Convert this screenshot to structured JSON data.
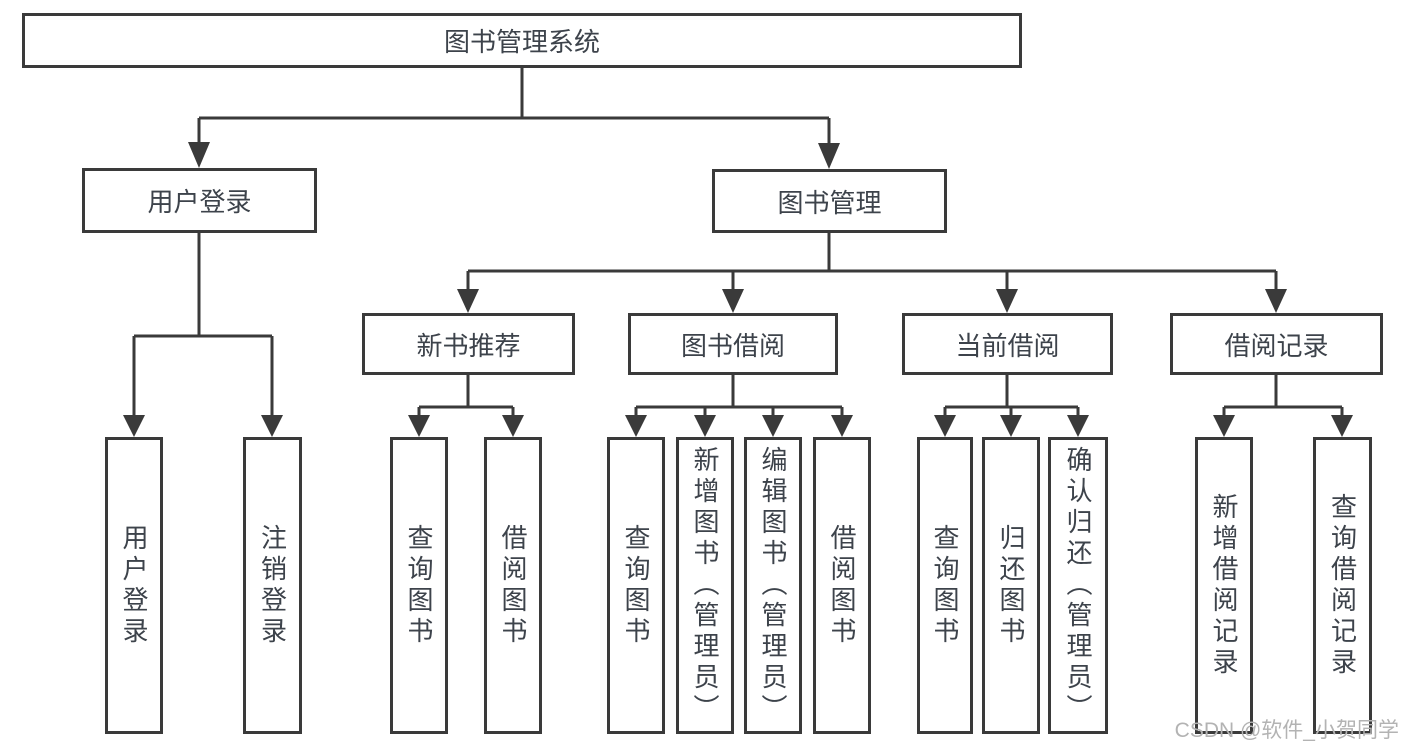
{
  "diagram_type": "hierarchy-tree",
  "colors": {
    "line": "#3a3a3a",
    "box_border": "#3a3a3a",
    "box_fill": "#ffffff",
    "text": "#3d434b",
    "watermark": "#b3b3b3",
    "background": "#ffffff"
  },
  "tree": {
    "label": "图书管理系统",
    "children": [
      {
        "label": "用户登录",
        "children": [
          {
            "label": "用户登录"
          },
          {
            "label": "注销登录"
          }
        ]
      },
      {
        "label": "图书管理",
        "children": [
          {
            "label": "新书推荐",
            "children": [
              {
                "label": "查询图书"
              },
              {
                "label": "借阅图书"
              }
            ]
          },
          {
            "label": "图书借阅",
            "children": [
              {
                "label": "查询图书"
              },
              {
                "label": "新增图书（管理员）"
              },
              {
                "label": "编辑图书（管理员）"
              },
              {
                "label": "借阅图书"
              }
            ]
          },
          {
            "label": "当前借阅",
            "children": [
              {
                "label": "查询图书"
              },
              {
                "label": "归还图书"
              },
              {
                "label": "确认归还（管理员）"
              }
            ]
          },
          {
            "label": "借阅记录",
            "children": [
              {
                "label": "新增借阅记录"
              },
              {
                "label": "查询借阅记录"
              }
            ]
          }
        ]
      }
    ]
  },
  "watermark": {
    "text": "CSDN @软件_小贺同学"
  }
}
